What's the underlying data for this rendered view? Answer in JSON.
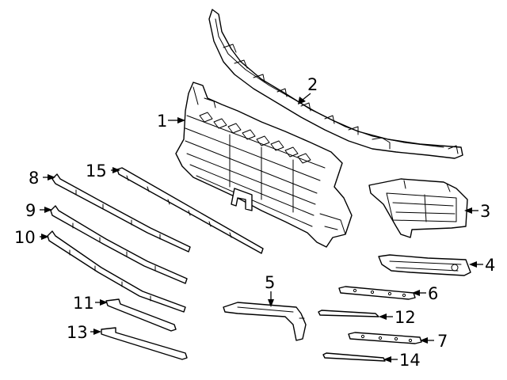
{
  "diagram": {
    "callouts": [
      {
        "id": "1",
        "label": "1",
        "part": "grille-assembly"
      },
      {
        "id": "2",
        "label": "2",
        "part": "upper-support-bracket"
      },
      {
        "id": "3",
        "label": "3",
        "part": "side-bracket"
      },
      {
        "id": "4",
        "label": "4",
        "part": "lamp-bezel"
      },
      {
        "id": "5",
        "label": "5",
        "part": "lower-bracket"
      },
      {
        "id": "6",
        "label": "6",
        "part": "mount-strip-upper"
      },
      {
        "id": "7",
        "label": "7",
        "part": "mount-strip-lower"
      },
      {
        "id": "8",
        "label": "8",
        "part": "molding-strip-a"
      },
      {
        "id": "9",
        "label": "9",
        "part": "molding-strip-b"
      },
      {
        "id": "10",
        "label": "10",
        "part": "molding-strip-c"
      },
      {
        "id": "11",
        "label": "11",
        "part": "short-molding-a"
      },
      {
        "id": "12",
        "label": "12",
        "part": "thin-strip-a"
      },
      {
        "id": "13",
        "label": "13",
        "part": "short-molding-b"
      },
      {
        "id": "14",
        "label": "14",
        "part": "thin-strip-b"
      },
      {
        "id": "15",
        "label": "15",
        "part": "center-molding"
      }
    ],
    "colors": {
      "line": "#000000",
      "background": "#ffffff"
    }
  }
}
